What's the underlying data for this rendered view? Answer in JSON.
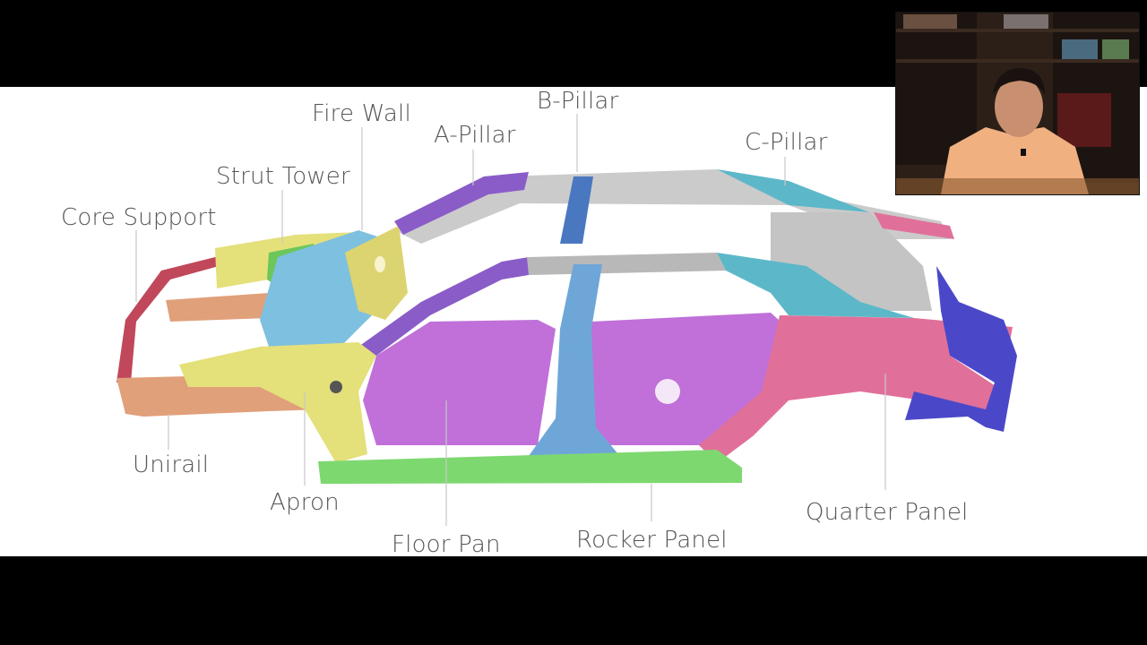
{
  "labels": {
    "core_support": "Core Support",
    "strut_tower": "Strut Tower",
    "fire_wall": "Fire Wall",
    "a_pillar": "A-Pillar",
    "b_pillar": "B-Pillar",
    "c_pillar": "C-Pillar",
    "unirail": "Unirail",
    "apron": "Apron",
    "floor_pan": "Floor Pan",
    "rocker_panel": "Rocker Panel",
    "quarter_panel": "Quarter Panel"
  },
  "part_colors": {
    "core_support": "#c0485a",
    "unirail": "#e0a07a",
    "strut_tower": "#7ec0e0",
    "fire_wall": "#dcd470",
    "apron": "#e4e07a",
    "fender_inner": "#6cc65a",
    "a_pillar": "#8a5cc8",
    "b_pillar": "#6ea6d8",
    "c_pillar": "#5cb8c8",
    "floor_pan": "#c070d8",
    "rocker_panel": "#7ed870",
    "quarter_panel": "#e0709a",
    "rear_structure": "#4a48c8",
    "roof": "#b8b8b8"
  }
}
